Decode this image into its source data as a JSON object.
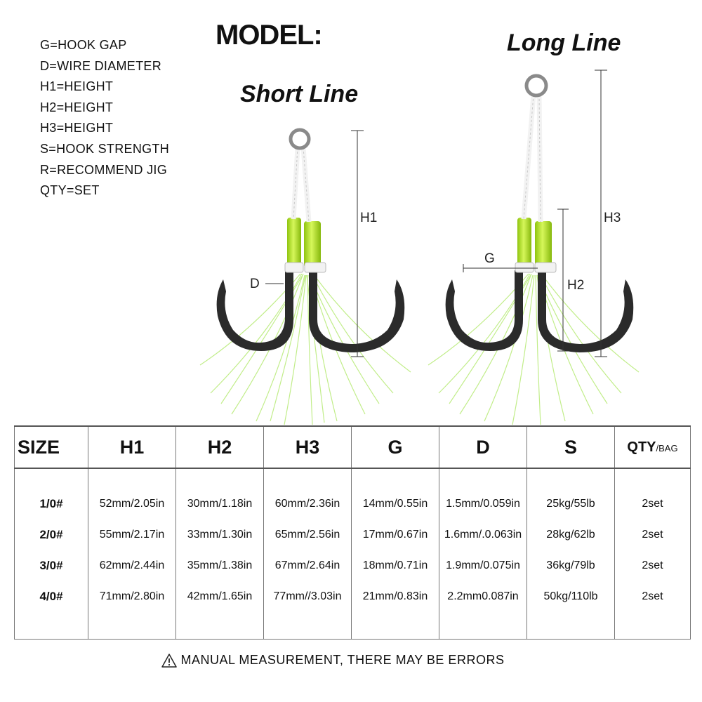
{
  "legend": [
    "G=HOOK GAP",
    "D=WIRE DIAMETER",
    "H1=HEIGHT",
    "H2=HEIGHT",
    "H3=HEIGHT",
    "S=HOOK STRENGTH",
    "R=RECOMMEND JIG",
    "QTY=SET"
  ],
  "model_title": "MODEL:",
  "short_line_title": "Short Line",
  "long_line_title": "Long Line",
  "dimension_labels": {
    "h1": "H1",
    "h2": "H2",
    "h3": "H3",
    "g": "G",
    "d": "D"
  },
  "colors": {
    "assist_tube": "#b5e81c",
    "flash_fibers": "#8fdf2a",
    "hook_metal": "#2b2b2b",
    "cord": "#f2f2f2"
  },
  "table": {
    "headers": {
      "size": "SIZE",
      "h1": "H1",
      "h2": "H2",
      "h3": "H3",
      "g": "G",
      "d": "D",
      "s": "S",
      "qty": "QTY",
      "qty_suffix": "/BAG"
    },
    "rows": [
      {
        "size": "1/0#",
        "h1": "52mm/2.05in",
        "h2": "30mm/1.18in",
        "h3": "60mm/2.36in",
        "g": "14mm/0.55in",
        "d": "1.5mm/0.059in",
        "s": "25kg/55lb",
        "qty": "2set"
      },
      {
        "size": "2/0#",
        "h1": "55mm/2.17in",
        "h2": "33mm/1.30in",
        "h3": "65mm/2.56in",
        "g": "17mm/0.67in",
        "d": "1.6mm/.0.063in",
        "s": "28kg/62lb",
        "qty": "2set"
      },
      {
        "size": "3/0#",
        "h1": "62mm/2.44in",
        "h2": "35mm/1.38in",
        "h3": "67mm/2.64in",
        "g": "18mm/0.71in",
        "d": "1.9mm/0.075in",
        "s": "36kg/79lb",
        "qty": "2set"
      },
      {
        "size": "4/0#",
        "h1": "71mm/2.80in",
        "h2": "42mm/1.65in",
        "h3": "77mm//3.03in",
        "g": "21mm/0.83in",
        "d": "2.2mm0.087in",
        "s": "50kg/110lb",
        "qty": "2set"
      }
    ]
  },
  "note": {
    "icon": "warning-icon",
    "text": "MANUAL MEASUREMENT, THERE MAY BE ERRORS"
  }
}
